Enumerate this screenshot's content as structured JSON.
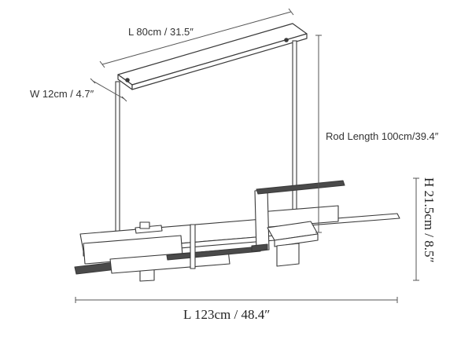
{
  "diagram": {
    "labels": {
      "canopy_length": "L 80cm / 31.5″",
      "canopy_width": "W 12cm / 4.7″",
      "rod_length": "Rod Length 100cm/39.4″",
      "height": "H 21.5cm / 8.5″",
      "overall_length": "L 123cm / 48.4″"
    },
    "colors": {
      "line": "#3a3a3a",
      "dimension": "#555555",
      "fixture_fill": "#ffffff",
      "dark_panel": "#4a4a4a"
    }
  }
}
